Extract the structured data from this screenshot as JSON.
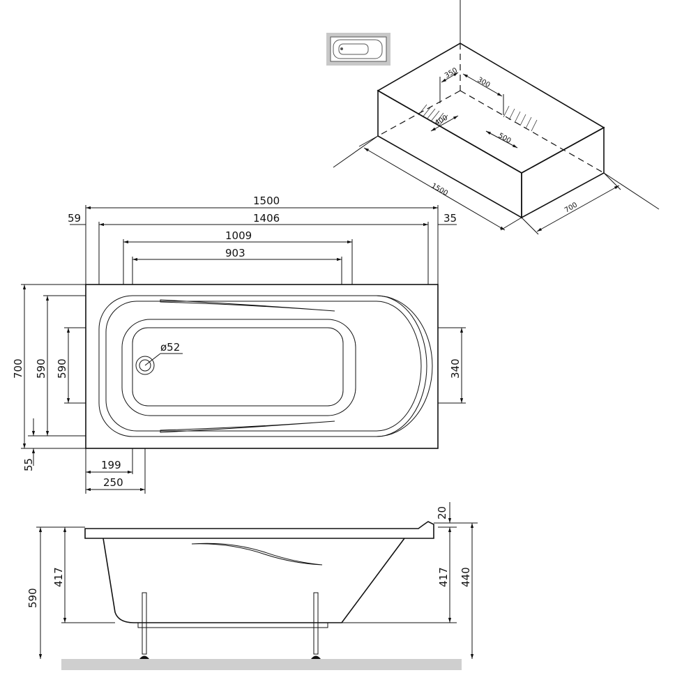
{
  "isometric_view": {
    "length": "1500",
    "width": "700",
    "offset_left": "350",
    "offset_right": "300",
    "support_left": "400",
    "support_right": "500"
  },
  "top_view": {
    "overall_length": "1500",
    "inner_length": "1406",
    "left_margin": "59",
    "right_margin": "35",
    "frame_outer": "1009",
    "frame_inner": "903",
    "overall_width": "700",
    "rim_width": "590",
    "basin_width": "590",
    "right_width": "340",
    "bottom_offset": "55",
    "drain_offset": "199",
    "leg_offset": "250",
    "drain_diameter": "ø52"
  },
  "side_view": {
    "total_height": "590",
    "depth_left": "417",
    "depth_right": "417",
    "height_right": "440",
    "rim_thickness": "20"
  },
  "colors": {
    "line": "#111111",
    "floor": "#cfcfcf",
    "thumbnail_frame": "#c8c8c8"
  }
}
